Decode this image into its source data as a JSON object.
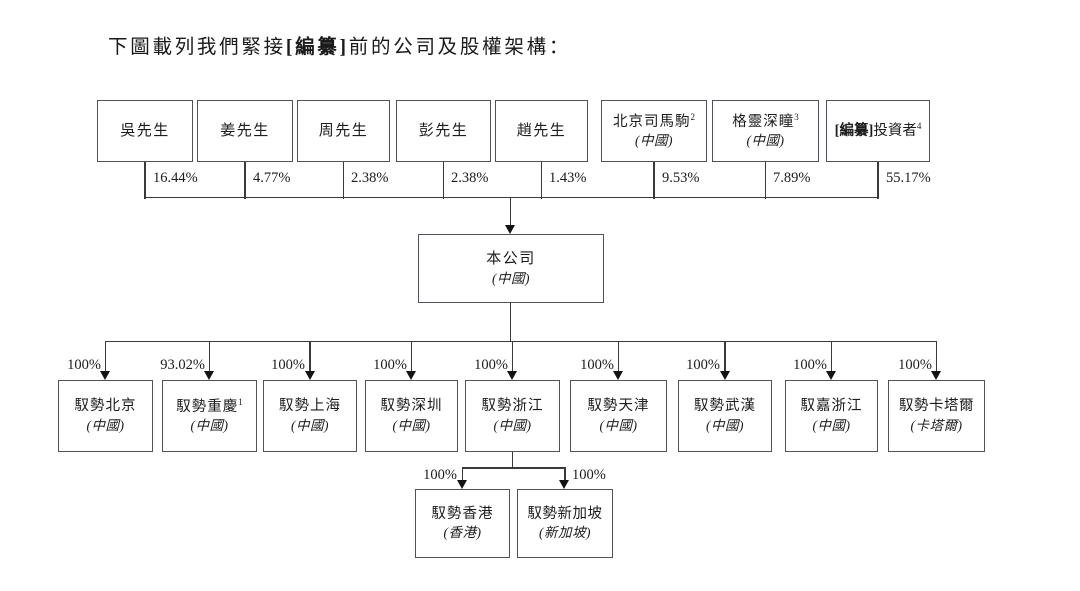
{
  "title": {
    "part1": "下圖載列我們緊接",
    "bracket": "[編纂]",
    "part2": "前的公司及股權架構："
  },
  "shareholders": [
    {
      "name": "吳先生",
      "percent": "16.44%"
    },
    {
      "name": "姜先生",
      "percent": "4.77%"
    },
    {
      "name": "周先生",
      "percent": "2.38%"
    },
    {
      "name": "彭先生",
      "percent": "2.38%"
    },
    {
      "name": "趙先生",
      "percent": "1.43%"
    },
    {
      "name": "北京司馬駒",
      "sup": "2",
      "region": "(中國)",
      "percent": "9.53%"
    },
    {
      "name": "格靈深瞳",
      "sup": "3",
      "region": "(中國)",
      "percent": "7.89%"
    },
    {
      "name_bold": "[編纂]",
      "name": "投資者",
      "sup": "4",
      "percent": "55.17%"
    }
  ],
  "company": {
    "name": "本公司",
    "region": "(中國)"
  },
  "subsidiaries": [
    {
      "name": "馭勢北京",
      "region": "(中國)",
      "percent": "100%"
    },
    {
      "name": "馭勢重慶",
      "sup": "1",
      "region": "(中國)",
      "percent": "93.02%"
    },
    {
      "name": "馭勢上海",
      "region": "(中國)",
      "percent": "100%"
    },
    {
      "name": "馭勢深圳",
      "region": "(中國)",
      "percent": "100%"
    },
    {
      "name": "馭勢浙江",
      "region": "(中國)",
      "percent": "100%"
    },
    {
      "name": "馭勢天津",
      "region": "(中國)",
      "percent": "100%"
    },
    {
      "name": "馭勢武漢",
      "region": "(中國)",
      "percent": "100%"
    },
    {
      "name": "馭嘉浙江",
      "region": "(中國)",
      "percent": "100%"
    },
    {
      "name": "馭勢卡塔爾",
      "region": "(卡塔爾)",
      "percent": "100%"
    }
  ],
  "sub_subsidiaries": [
    {
      "name": "馭勢香港",
      "region": "(香港)",
      "percent": "100%"
    },
    {
      "name": "馭勢新加坡",
      "region": "(新加坡)",
      "percent": "100%"
    }
  ]
}
